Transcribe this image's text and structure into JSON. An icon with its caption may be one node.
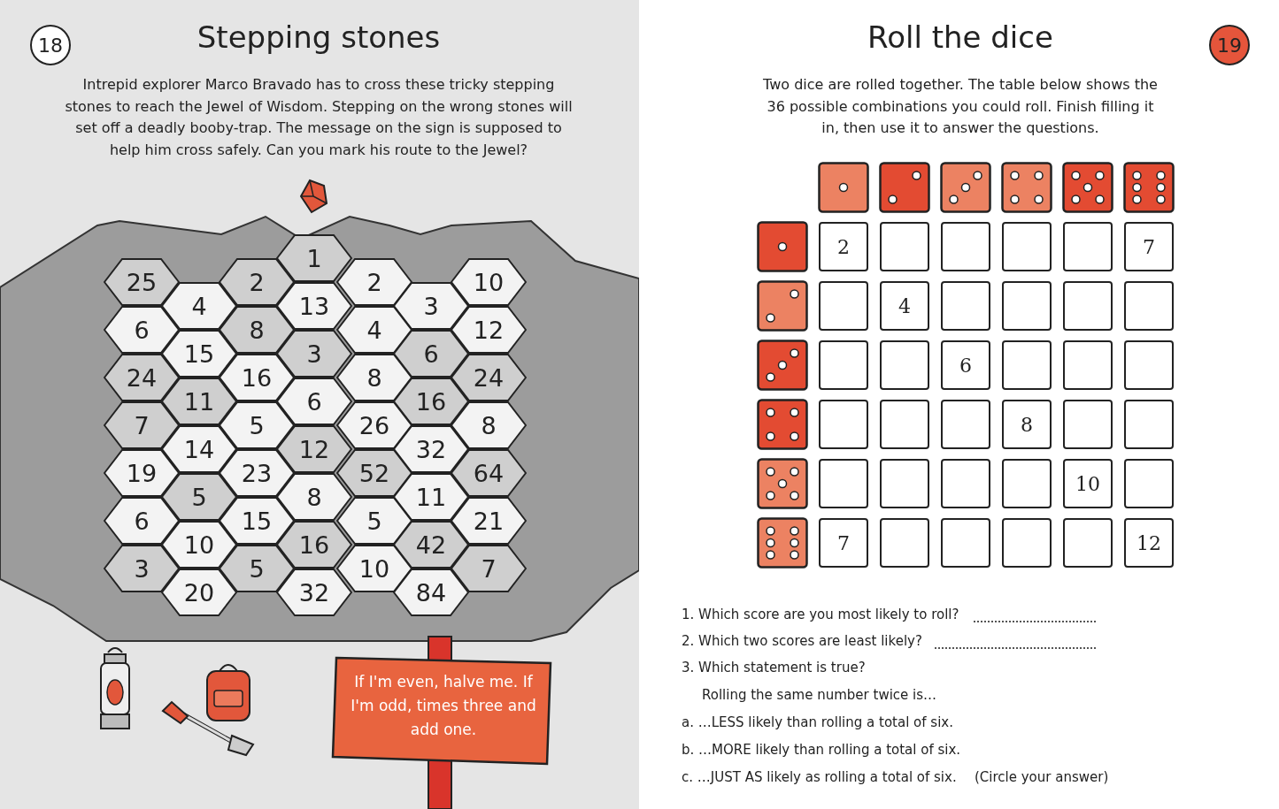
{
  "diagram": {
    "nodes": [
      {
        "text": [
          "18"
        ]
      },
      {
        "text": [
          "1"
        ]
      },
      {
        "text": [
          "25"
        ]
      },
      {
        "text": [
          "2"
        ]
      },
      {
        "text": [
          "2"
        ]
      },
      {
        "text": [
          "10"
        ]
      },
      {
        "text": [
          "4"
        ]
      },
      {
        "text": [
          "13"
        ]
      },
      {
        "text": [
          "3"
        ]
      },
      {
        "text": [
          "6"
        ]
      },
      {
        "text": [
          "8"
        ]
      },
      {
        "text": [
          "4"
        ]
      },
      {
        "text": [
          "12"
        ]
      },
      {
        "text": [
          "15"
        ]
      },
      {
        "text": [
          "3"
        ]
      },
      {
        "text": [
          "6"
        ]
      },
      {
        "text": [
          "24"
        ]
      },
      {
        "text": [
          "16"
        ]
      },
      {
        "text": [
          "8"
        ]
      },
      {
        "text": [
          "24"
        ]
      },
      {
        "text": [
          "11"
        ]
      },
      {
        "text": [
          "6"
        ]
      },
      {
        "text": [
          "16"
        ]
      },
      {
        "text": [
          "7"
        ]
      },
      {
        "text": [
          "5"
        ]
      },
      {
        "text": [
          "26"
        ]
      },
      {
        "text": [
          "8"
        ]
      },
      {
        "text": [
          "14"
        ]
      },
      {
        "text": [
          "12"
        ]
      },
      {
        "text": [
          "32"
        ]
      },
      {
        "text": [
          "19"
        ]
      },
      {
        "text": [
          "23"
        ]
      },
      {
        "text": [
          "52"
        ]
      },
      {
        "text": [
          "64"
        ]
      },
      {
        "text": [
          "5"
        ]
      },
      {
        "text": [
          "8"
        ]
      },
      {
        "text": [
          "11"
        ]
      },
      {
        "text": [
          "6"
        ]
      },
      {
        "text": [
          "15"
        ]
      },
      {
        "text": [
          "5"
        ]
      },
      {
        "text": [
          "21"
        ]
      },
      {
        "text": [
          "10"
        ]
      },
      {
        "text": [
          "16"
        ]
      },
      {
        "text": [
          "42"
        ]
      },
      {
        "text": [
          "3"
        ]
      },
      {
        "text": [
          "5"
        ]
      },
      {
        "text": [
          "10"
        ]
      },
      {
        "text": [
          "7"
        ]
      },
      {
        "text": [
          "20"
        ]
      },
      {
        "text": [
          "32"
        ]
      },
      {
        "text": [
          "84"
        ]
      },
      {
        "text": [
          "If I'm even, halve me. If I'm odd, times three and add one."
        ]
      },
      {
        "text": [
          "19"
        ]
      }
    ],
    "labels": [
      "Stepping stones",
      "Intrepid explorer Marco Bravado has to cross these tricky stepping stones to reach the Jewel of Wisdom. Stepping on the wrong stones will set off a deadly booby-trap. The message on the sign is supposed to help him cross safely. Can you mark his route to the Jewel?",
      "Roll the dice",
      "Two dice are rolled together. The table below shows the 36 possible combinations you could roll. Finish filling it in, then use it to answer the questions.",
      "2",
      "7",
      "4",
      "6",
      "8",
      "10",
      "7",
      "12",
      "1. Which score are you most likely to roll?",
      "2. Which two scores are least likely?",
      "3. Which statement is true?",
      "Rolling the same number twice is…",
      "a. …LESS likely than rolling a total of six.",
      "b. …MORE likely than rolling a total of six.",
      "c. …JUST AS likely as rolling a total of six.",
      "(Circle your answer)"
    ]
  }
}
